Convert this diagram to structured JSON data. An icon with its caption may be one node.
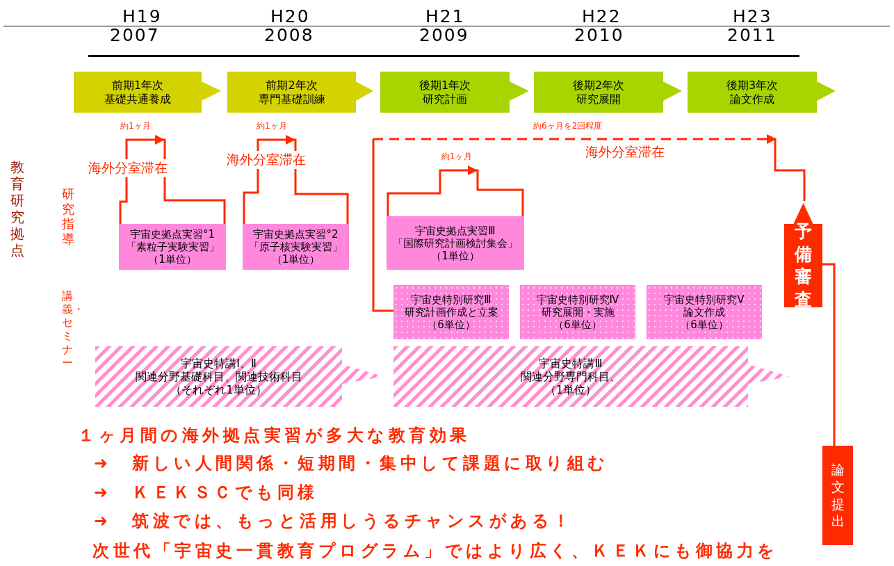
{
  "diagram": {
    "nodes": [
      {
        "text": [
          "前期1年次",
          "基礎共通養成"
        ]
      },
      {
        "text": [
          "前期2年次",
          "専門基礎訓練"
        ]
      },
      {
        "text": [
          "後期1年次",
          "研究計画"
        ]
      },
      {
        "text": [
          "後期2年次",
          "研究展開"
        ]
      },
      {
        "text": [
          "後期3年次",
          "論文作成"
        ]
      },
      {
        "text": [
          "宇宙史拠点実習°1",
          "「素粒子実験実習」",
          "（1単位）"
        ]
      },
      {
        "text": [
          "宇宙史拠点実習°2",
          "「原子核実験実習」",
          "（1単位）"
        ]
      },
      {
        "text": [
          "宇宙史拠点実習Ⅲ",
          "「国際研究計画検討集会」",
          "（1単位）"
        ]
      },
      {
        "text": [
          "宇宙史特別研究Ⅲ",
          "研究計画作成と立案",
          "（6単位）"
        ]
      },
      {
        "text": [
          "宇宙史特別研究Ⅳ",
          "研究展開・実施",
          "（6単位）"
        ]
      },
      {
        "text": [
          "宇宙史特別研究Ⅴ",
          "論文作成",
          "（6単位）"
        ]
      },
      {
        "text": [
          "宇宙史特講Ⅰ、Ⅱ",
          "関連分野基礎科目、関連技術科目",
          "（それぞれ1単位）"
        ]
      },
      {
        "text": [
          "宇宙史特講Ⅲ",
          "関連分野専門科目、",
          "（1単位）"
        ]
      },
      {
        "text": [
          "予備審査"
        ]
      },
      {
        "text": [
          "論文提出"
        ]
      }
    ],
    "edges": [
      {
        "from": 5,
        "to": 5,
        "arrow": "to",
        "label": "約1ヶ月"
      },
      {
        "from": 6,
        "to": 6,
        "arrow": "to",
        "label": "約1ヶ月"
      },
      {
        "from": 7,
        "to": 7,
        "arrow": "to",
        "label": "約1ヶ月"
      },
      {
        "from": 8,
        "to": 13,
        "arrow": "to",
        "label": "約6ヶ月を2回程度",
        "style": "dashed"
      },
      {
        "from": 13,
        "to": 14,
        "arrow": "none"
      },
      {
        "from": 0,
        "to": 1,
        "arrow": "to"
      },
      {
        "from": 1,
        "to": 2,
        "arrow": "to"
      },
      {
        "from": 2,
        "to": 3,
        "arrow": "to"
      },
      {
        "from": 3,
        "to": 4,
        "arrow": "to"
      },
      {
        "from": 4,
        "to": null,
        "arrow": "to"
      }
    ],
    "labels": [
      "H19",
      "H20",
      "H21",
      "H22",
      "H23",
      "2007",
      "2008",
      "2009",
      "2010",
      "2011",
      "教育研究拠点",
      "研究指導",
      "海外分室滞在",
      "海外分室滞在",
      "海外分室滞在",
      "講義・セミナー",
      "１ヶ月間の海外拠点実習が多大な教育効果",
      "➜　新しい人間関係・短期間・集中して課題に取り組む",
      "➜　ＫＥＫＳＣでも同様",
      "➜　筑波では、もっと活用しうるチャンスがある！",
      "次世代「宇宙史一貫教育プログラム」ではより広く、ＫＥＫにも御協力を"
    ]
  }
}
